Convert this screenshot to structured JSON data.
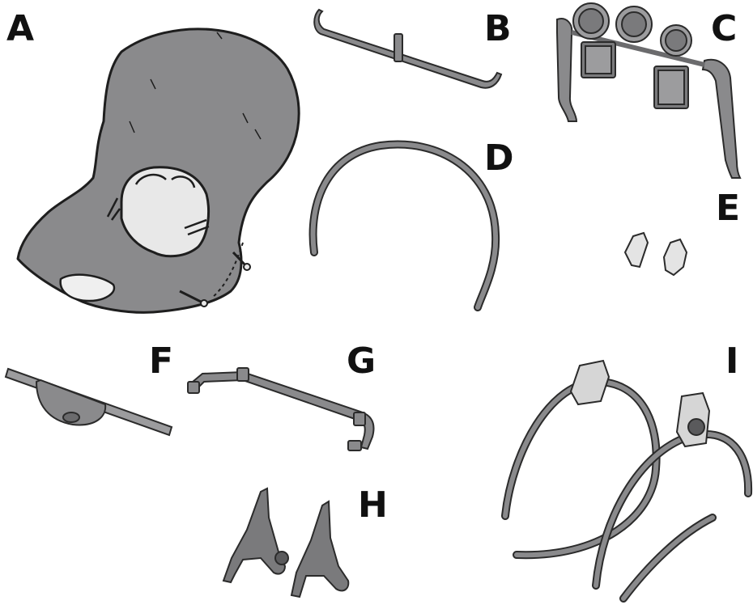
{
  "parts": [
    {
      "letter": "A",
      "name": "seat-pad"
    },
    {
      "letter": "B",
      "name": "seat-frame-bar"
    },
    {
      "letter": "C",
      "name": "toy-bar"
    },
    {
      "letter": "D",
      "name": "u-shaped-tube"
    },
    {
      "letter": "E",
      "name": "clips"
    },
    {
      "letter": "F",
      "name": "crossbar-with-hub"
    },
    {
      "letter": "G",
      "name": "connecting-rod"
    },
    {
      "letter": "H",
      "name": "support-brackets"
    },
    {
      "letter": "I",
      "name": "curved-legs"
    }
  ],
  "colors": {
    "part_fill": "#8a8a8c",
    "part_stroke": "#2b2b2b",
    "light_fill": "#d9d9d9",
    "label": "#111111"
  }
}
